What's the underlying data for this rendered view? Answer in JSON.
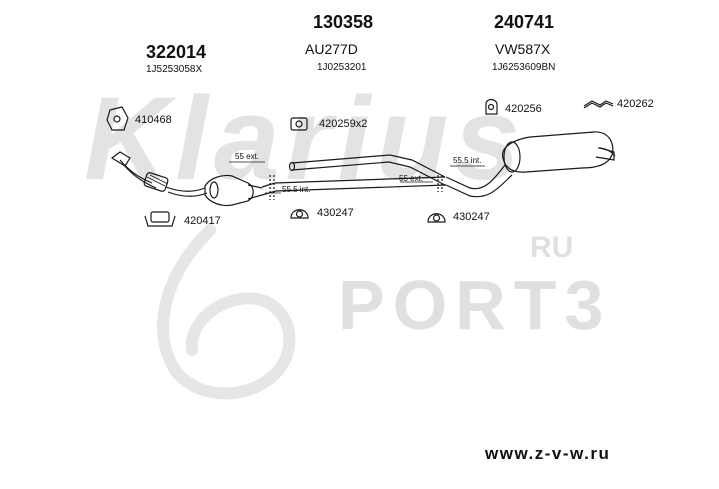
{
  "watermark": {
    "brand": "Klarius",
    "port_word": "PORT3",
    "ru_suffix": "RU"
  },
  "headings": [
    {
      "code": "322014",
      "oe": "1J5253058X"
    },
    {
      "code": "130358",
      "model": "AU277D",
      "oe": "1J0253201"
    },
    {
      "code": "240741",
      "model": "VW587X",
      "oe": "1J6253609BN"
    }
  ],
  "part_labels": {
    "bracket_top_left": "410468",
    "rubber_mount_x2": "420259x2",
    "mount_rear": "420256",
    "hanger_far_right": "420262",
    "clamp_front": "420417",
    "gasket_mid": "430247",
    "gasket_rear": "430247"
  },
  "dimensions": {
    "front_ext": "55 ext.",
    "front_int": "55.5 int.",
    "rear_ext": "55 ext.",
    "rear_int": "55.5 int."
  },
  "footer": {
    "url": "www.z-v-w.ru"
  }
}
